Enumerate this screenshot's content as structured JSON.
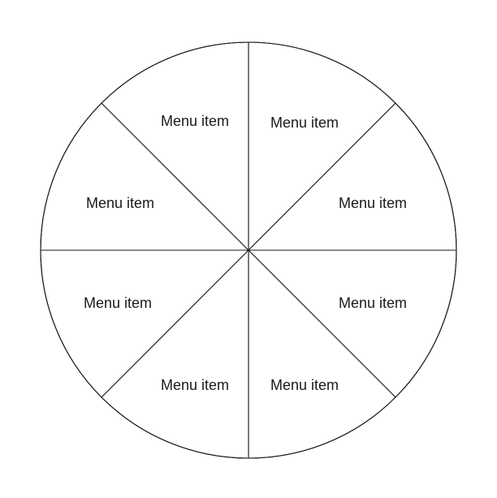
{
  "menu": {
    "items": [
      {
        "label": "Menu item"
      },
      {
        "label": "Menu item"
      },
      {
        "label": "Menu item"
      },
      {
        "label": "Menu item"
      },
      {
        "label": "Menu item"
      },
      {
        "label": "Menu item"
      },
      {
        "label": "Menu item"
      },
      {
        "label": "Menu item"
      }
    ]
  }
}
